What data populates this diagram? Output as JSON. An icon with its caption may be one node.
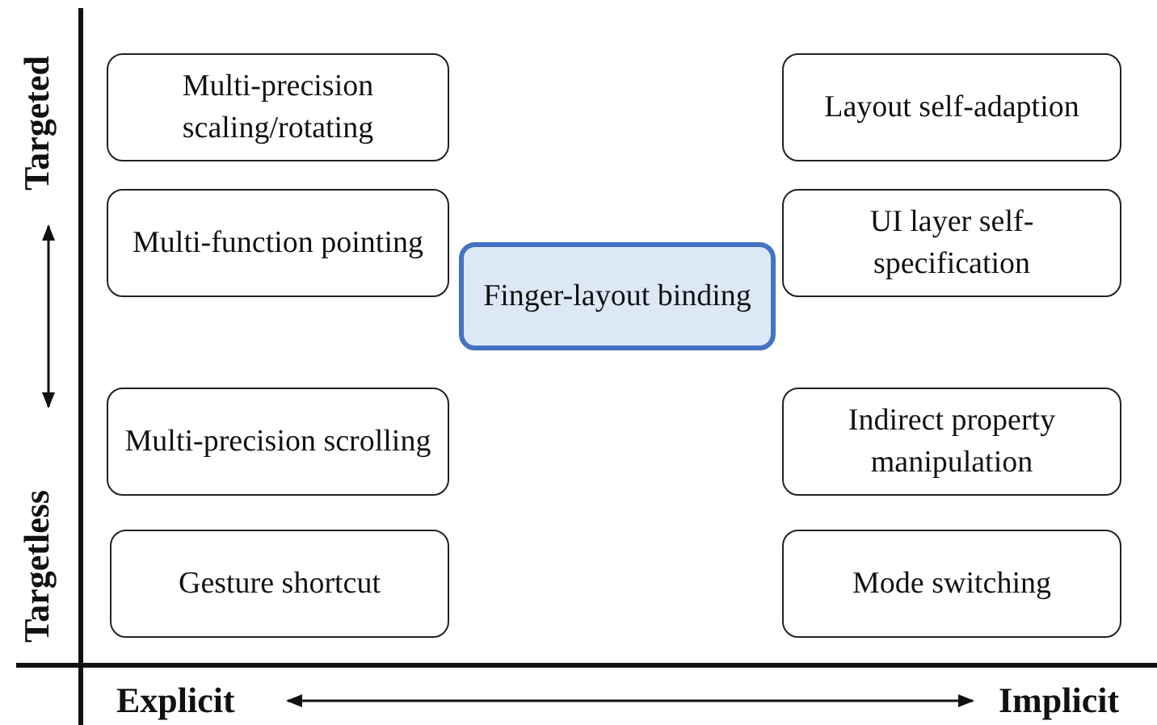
{
  "diagram": {
    "nodes": [
      {
        "text": [
          "Multi-precision scaling/rotating"
        ]
      },
      {
        "text": [
          "Layout self-adaption"
        ]
      },
      {
        "text": [
          "Multi-function pointing"
        ]
      },
      {
        "text": [
          "Finger-layout binding"
        ]
      },
      {
        "text": [
          "UI layer self-specification"
        ]
      },
      {
        "text": [
          "Multi-precision scrolling"
        ]
      },
      {
        "text": [
          "Indirect property manipulation"
        ]
      },
      {
        "text": [
          "Gesture shortcut"
        ]
      },
      {
        "text": [
          "Mode switching"
        ]
      }
    ],
    "labels": [
      "Targeted",
      "Targetless",
      "Explicit",
      "Implicit"
    ]
  }
}
